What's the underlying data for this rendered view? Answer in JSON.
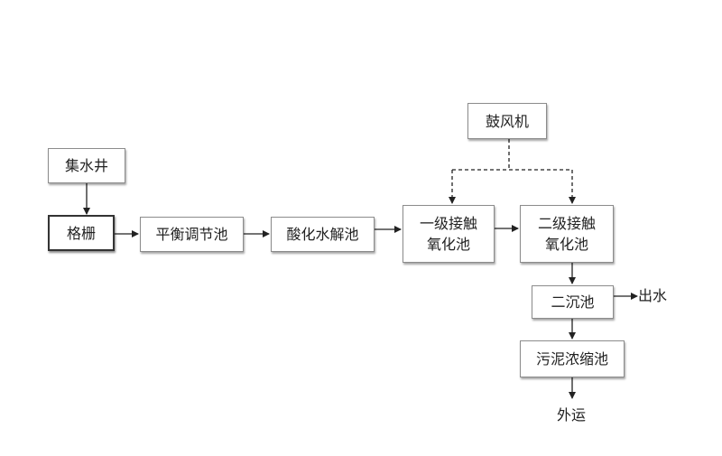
{
  "nodes": {
    "jishuijing": "集水井",
    "gezha": "格栅",
    "tiaojiechi": "平衡调节池",
    "shuijiechi": "酸化水解池",
    "yiji": "一级接触\n氧化池",
    "erji": "二级接触\n氧化池",
    "gufengji": "鼓风机",
    "erchenchi": "二沉池",
    "wuni": "污泥浓缩池"
  },
  "outputs": {
    "chushui": "出水",
    "waiyun": "外运"
  },
  "colors": {
    "line": "#222222",
    "box_border": "#8c8c8c"
  }
}
